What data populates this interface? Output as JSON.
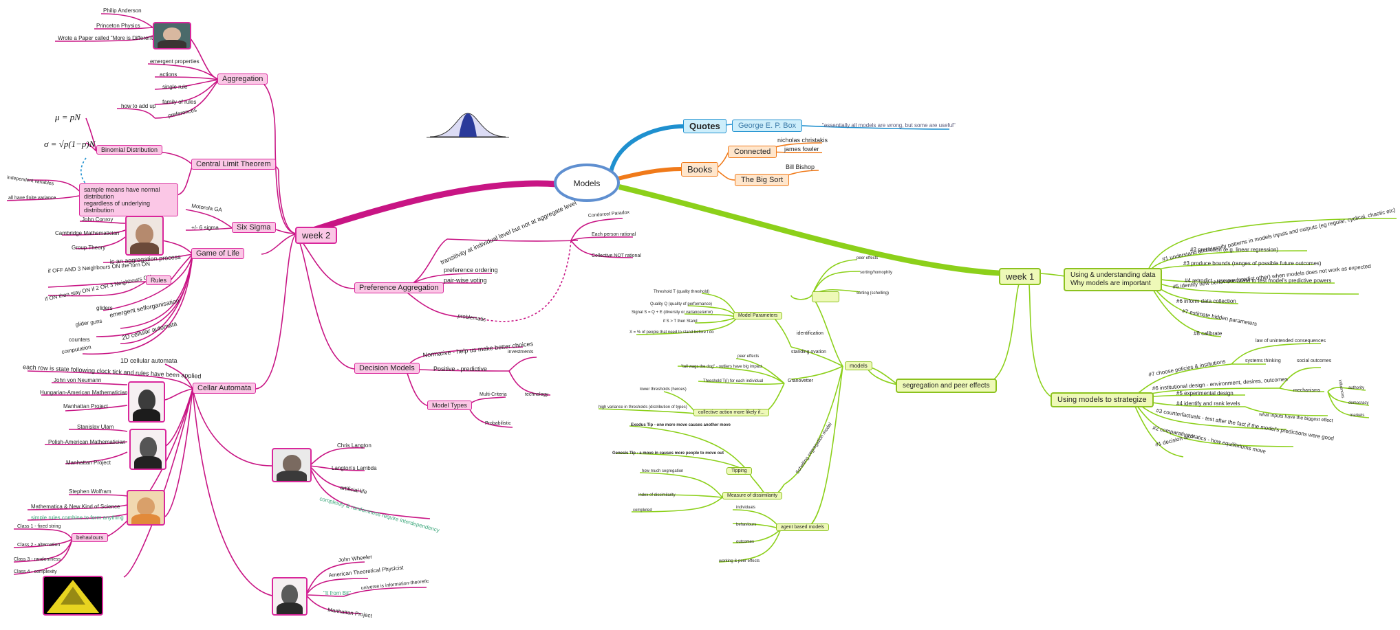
{
  "center": {
    "label": "Models"
  },
  "quotes": {
    "label": "Quotes",
    "author": "George E. P. Box",
    "quote": "\"essentially all models are wrong, but some are useful\""
  },
  "books": {
    "label": "Books",
    "connected": {
      "label": "Connected",
      "authors": [
        "nicholas christakis",
        "james fowler"
      ]
    },
    "bigsort": {
      "label": "The Big Sort",
      "author": "Bill Bishop"
    }
  },
  "week2": {
    "label": "week 2",
    "aggregation": {
      "label": "Aggregation",
      "anderson": [
        "Philip Anderson",
        "Princeton Physics",
        "Wrote a Paper called \"More is Different\""
      ],
      "items": [
        "emergent properties",
        "actions",
        "single rule",
        "family of rules",
        "preferences",
        "how to add up"
      ]
    },
    "clt": {
      "label": "Central Limit Theorem",
      "binomial": "Binomial Distribution",
      "formula_mu": "μ = pN",
      "formula_sigma": "σ = √p(1−p)N",
      "sample_lines": [
        "sample means have normal",
        "distribution",
        "regardless of underlying distribution"
      ],
      "independent": "independent variables",
      "finite_variance": "all have finite variance"
    },
    "sixsigma": {
      "label": "Six Sigma",
      "items": [
        "Motorola GA",
        "+/- 6 sigma"
      ]
    },
    "gameoflife": {
      "label": "Game of Life",
      "conway": [
        "John Conroy",
        "Cambridge Mathematician",
        "Group Theory"
      ],
      "aggregation_process": "is an aggregation process",
      "rules_label": "Rules",
      "rules": [
        "if OFF AND 3 Neighbours ON the turn ON",
        "if ON then stay ON if 2 OR 3 Neighbours ON"
      ],
      "emergent": "emergent selforganisation",
      "emergent_items": [
        "gliders",
        "glider guns",
        "counters",
        "computation"
      ],
      "cellular2d": "2D cellular automata"
    },
    "cellular": {
      "label": "Cellar Automata",
      "onedim": "1D cellular automata",
      "each_row": "each row is state following clock tick and rules have been applied",
      "neumann": [
        "John von Neumann",
        "Hungarian-American Mathematician",
        "Manhattan Project"
      ],
      "ulam": [
        "Stanislav Ulam",
        "Polish-American Mathematician",
        "Manhattan Project"
      ],
      "wolfram": [
        "Stephen Wolfram",
        "Mathematica & New Kind of Science",
        "simple rules combine to form anything"
      ],
      "behaviours_label": "behaviours",
      "behaviours": [
        "Class 1 - fixed string",
        "Class 2 - alternation",
        "Class 3 - randomness",
        "Class 4 - complexity"
      ],
      "langton": [
        "Chris Langton",
        "Langton's Lambda",
        "artificial life",
        "complexity & randomness require interdependency"
      ],
      "wheeler": [
        "John Wheeler",
        "American Theoretical Physicist",
        "\"It from Bit\"",
        "universe is information-theoretic",
        "Manhattan Project"
      ]
    },
    "preference": {
      "label": "Preference Aggregation",
      "items": [
        "transitivity at individual level but not at aggregate level",
        "preference ordering",
        "pair-wise voting",
        "problematic"
      ],
      "condorcet": [
        "Condorcet Paradox",
        "Each person rational",
        "Collective NOT rational"
      ]
    },
    "decision": {
      "label": "Decision Models",
      "normative": "Normative - help us make better choices",
      "positive": "Positive - predictive",
      "investments": "investments",
      "technology": "technology",
      "modeltypes": "Model Types",
      "multicriteria": "Multi-Criteria",
      "probabilistic": "Probabilistic"
    }
  },
  "week1": {
    "label": "week 1",
    "using_data": {
      "label_lines": [
        "Using & understanding data",
        "Why models are important"
      ],
      "items": [
        "#1 understand and classify patterns in models inputs and outputs (eg regular, cyclical, chaotic etc)",
        "#2 prediction (e.g. linear regression)",
        "#3 produce bounds (ranges of possible future outcomes)",
        "#4 retrodict - use past data to test model's predictive powers",
        "#5 identify new behaviour (predict other) when models does not work as expected",
        "#6 inform data collection",
        "#7 estimate hidden parameters",
        "#8 calibrate"
      ]
    },
    "strategize": {
      "label": "Using models to strategize",
      "items": [
        "#7 choose policies & institutions",
        "#6 institutional design - environment, desires, outcomes",
        "#5 experimental design",
        "#4 identify and rank levels",
        "#3 counterfactuals - test after the fact if the model's predictions were good",
        "#2 comparative statics - how equilibriums move",
        "#1 decision aids"
      ],
      "sub": [
        "law of unintended consequences",
        "systems thinking",
        "social outcomes",
        "mechanisms",
        "authority",
        "democracy",
        "markets",
        "what inputs have the biggest effect",
        "influences"
      ]
    },
    "segregation": {
      "label": "segregation and peer effects",
      "models": "models",
      "unlabeled": [
        "peer effects",
        "sorting/homophily",
        "sorting (schelling)"
      ],
      "identification": "identification",
      "standing_ovation": "standing ovation",
      "granovetter": "Granovetter",
      "schelling": "Schelling segregation model",
      "model_params": {
        "label": "Model Parameters",
        "items": [
          "Threshold T (quality threshold)",
          "Quality Q (quality of performance)",
          "Signal S = Q + E (diversity or variance/error)",
          "if S > T then Stand",
          "X = % of people that need to stand before I do"
        ]
      },
      "gran_items": [
        "peer effects",
        "\"tall wags the dog\" - outliers have big impact",
        "Threshold T(i) for each individual"
      ],
      "collective": {
        "label": "collective action more likely if...",
        "items": [
          "lower thresholds (heroes)",
          "high variance in thresholds (distribution of types)"
        ]
      },
      "tipping": {
        "label": "Tipping",
        "items": [
          "Exodus Tip - one more move causes another move",
          "Genesis Tip - a move in causes more people to move out"
        ]
      },
      "dissimilarity": {
        "label": "Measure of dissimilarity",
        "items": [
          "how much segregation",
          "index of dissimilarity",
          "completed"
        ]
      },
      "agent": {
        "label": "agent based models",
        "items": [
          "individuals",
          "behaviours",
          "outcomes",
          "working & peer effects"
        ]
      }
    }
  }
}
